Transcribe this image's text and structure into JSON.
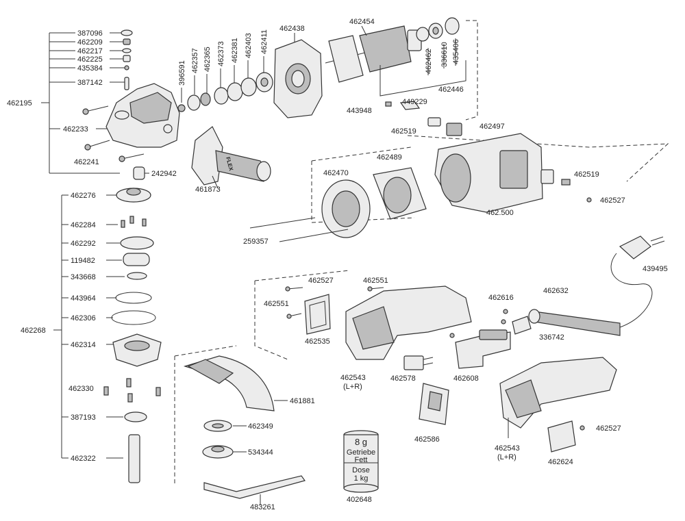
{
  "parts": {
    "p387096": "387096",
    "p462209": "462209",
    "p462217": "462217",
    "p462225": "462225",
    "p435384": "435384",
    "p387142": "387142",
    "p462195": "462195",
    "p462233": "462233",
    "p462241": "462241",
    "p242942": "242942",
    "p396591": "396591",
    "p462357": "462357",
    "p462365": "462365",
    "p462373": "462373",
    "p462381": "462381",
    "p462403": "462403",
    "p462411": "462411",
    "p462438": "462438",
    "p462454": "462454",
    "p462462": "462462",
    "p336610": "336610",
    "p435406": "435406",
    "p462446": "462446",
    "p443948": "443948",
    "p449229": "449229",
    "p462519a": "462519",
    "p462497": "462497",
    "p461873": "461873",
    "p462470": "462470",
    "p462489": "462489",
    "p462500": "462.500",
    "p462519b": "462519",
    "p462527a": "462527",
    "p259357": "259357",
    "p439495": "439495",
    "p462276": "462276",
    "p462284": "462284",
    "p462292": "462292",
    "p119482": "119482",
    "p343668": "343668",
    "p443964": "443964",
    "p462306": "462306",
    "p462268": "462268",
    "p462314": "462314",
    "p462330": "462330",
    "p387193": "387193",
    "p462322": "462322",
    "p462527b": "462527",
    "p462551a": "462551",
    "p462551b": "462551",
    "p462535": "462535",
    "p462543a": "462543",
    "p462543a_sub": "(L+R)",
    "p462578": "462578",
    "p462608": "462608",
    "p462616": "462616",
    "p462632": "462632",
    "p336742": "336742",
    "p461881": "461881",
    "p462349": "462349",
    "p534344": "534344",
    "p483261": "483261",
    "p462586": "462586",
    "p462543b": "462543",
    "p462543b_sub": "(L+R)",
    "p462624": "462624",
    "p462527c": "462527",
    "p402648": "402648"
  },
  "grease": {
    "amount": "8 g",
    "line1": "Getriebe",
    "line2": "Fett",
    "line3": "Dose",
    "line4": "1 kg"
  },
  "handle_brand": "FLEX"
}
